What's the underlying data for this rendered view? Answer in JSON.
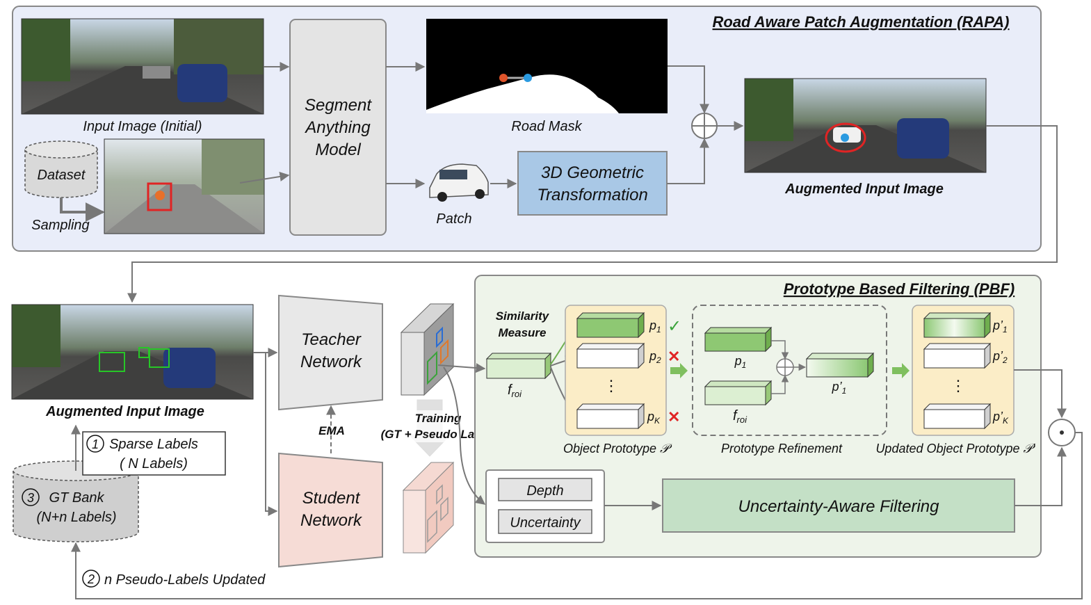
{
  "rapa": {
    "title": "Road Aware Patch Augmentation (RAPA)",
    "input_image_label": "Input Image (Initial)",
    "dataset_label": "Dataset",
    "sampling_label": "Sampling",
    "sam_line1": "Segment",
    "sam_line2": "Anything",
    "sam_line3": "Model",
    "road_mask_label": "Road Mask",
    "patch_label": "Patch",
    "geo_line1": "3D Geometric",
    "geo_line2": "Transformation",
    "augmented_label": "Augmented Input Image"
  },
  "main": {
    "augmented_label": "Augmented Input Image",
    "teacher_line1": "Teacher",
    "teacher_line2": "Network",
    "student_line1": "Student",
    "student_line2": "Network",
    "ema_label": "EMA",
    "training_line1": "Training",
    "training_line2": "(GT + Pseudo Label)",
    "step1_num": "1",
    "step1_line1": "Sparse Labels",
    "step1_line2": "( N Labels)",
    "step3_num": "3",
    "step3_line1": "GT Bank",
    "step3_line2": "(N+n Labels)",
    "step2_num": "2",
    "step2_text": "n Pseudo-Labels Updated"
  },
  "pbf": {
    "title": "Prototype Based Filtering (PBF)",
    "similarity_line1": "Similarity",
    "similarity_line2": "Measure",
    "froi": "f",
    "froi_sub": "roi",
    "p1": "p",
    "p1_sub": "1",
    "p2": "p",
    "p2_sub": "2",
    "pk": "p",
    "pk_sub": "K",
    "dots": "⋮",
    "check": "✓",
    "cross": "✕",
    "object_prototype_label": "Object Prototype 𝒫",
    "refine_p1": "p",
    "refine_p1_sub": "1",
    "refine_froi": "f",
    "refine_froi_sub": "roi",
    "refined": "p’",
    "refined_sub": "1",
    "prototype_refinement_label": "Prototype Refinement",
    "up1": "p’",
    "up1_sub": "1",
    "up2": "p’",
    "up2_sub": "2",
    "upk": "p’",
    "upk_sub": "K",
    "updated_prototype_label": "Updated Object Prototype 𝒫’",
    "depth_label": "Depth",
    "uncertainty_label": "Uncertainty",
    "uaf_label": "Uncertainty-Aware Filtering",
    "odot": "⊙"
  },
  "colors": {
    "rapa_bg": "#e9edf9",
    "pbf_bg": "#eef4ea",
    "geo_fill": "#a9c8e6",
    "teacher_fill": "#e8e8e8",
    "student_fill": "#f6dcd6",
    "proto_fill": "#fbedc7",
    "green": "#7fbf5f",
    "uaf_fill": "#c4e0c6",
    "check_color": "#3aa33a",
    "cross_color": "#e02424"
  }
}
